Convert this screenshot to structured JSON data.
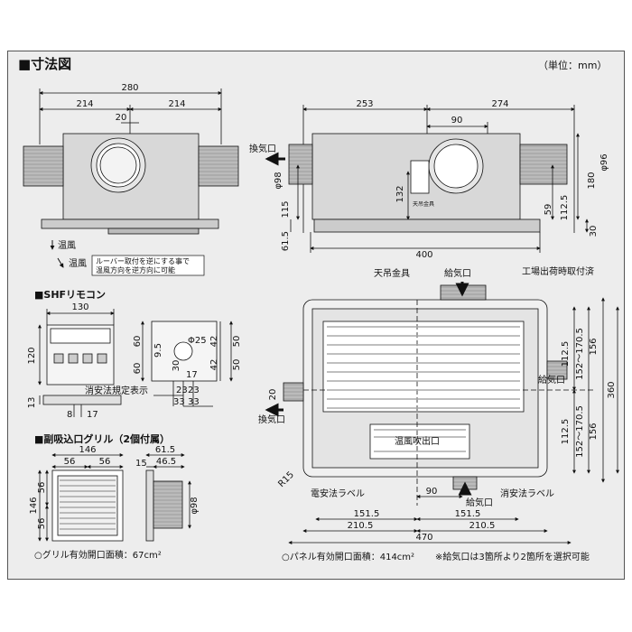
{
  "header": {
    "title": "■寸法図",
    "unit": "（単位：mm）"
  },
  "front_view": {
    "width_total": "280",
    "left_span": "214",
    "right_span": "214",
    "duct_offset": "20",
    "warm_wind_label_1": "温風",
    "warm_wind_label_2": "温風",
    "louver_note_1": "ルーバー取付を逆にする事で",
    "louver_note_2": "温風方向を逆方向に可能"
  },
  "side_view": {
    "left_span": "253",
    "right_span": "274",
    "duct_width": "90",
    "exhaust_label": "換気口",
    "exhaust_dia": "φ98",
    "supply_dia": "φ96",
    "dim_115": "115",
    "dim_61_5": "61.5",
    "dim_132": "132",
    "dim_59": "59",
    "dim_112_5": "112.5",
    "dim_180": "180",
    "dim_30": "30",
    "total_width": "400",
    "hanger_text": "天吊金具"
  },
  "remote": {
    "label": "■SHFリモコン",
    "width": "130",
    "height": "120",
    "dim_13": "13",
    "dim_8": "8",
    "dim_17": "17",
    "law_label": "消安法規定表示",
    "dim_60a": "60",
    "dim_60b": "60",
    "dim_9_5": "9.5",
    "dim_phi25": "Φ25",
    "dim_42a": "42",
    "dim_42b": "42",
    "dim_50a": "50",
    "dim_50b": "50",
    "dim_30": "30",
    "dim_23a": "23",
    "dim_23b": "23",
    "dim_33a": "33",
    "dim_33b": "33",
    "dim_17b": "17"
  },
  "grille": {
    "label": "■副吸込口グリル（2個付属）",
    "width": "146",
    "half_a": "56",
    "half_b": "56",
    "height": "146",
    "v_56a": "56",
    "v_56b": "56",
    "depth": "61.5",
    "d15": "15",
    "d46_5": "46.5",
    "phi98": "φ98",
    "area_note": "○グリル有効開口面積：67cm²"
  },
  "bottom_view": {
    "hanger": "天吊金具",
    "supply": "給気口",
    "factory": "工場出荷時取付済",
    "exhaust": "換気口",
    "supply_right": "給気口",
    "warm_outlet": "温風吹出口",
    "elec_label": "電安法ラベル",
    "cons_label": "消安法ラベル",
    "supply_bottom": "給気口",
    "r15": "R15",
    "d20": "20",
    "d90": "90",
    "d151_5a": "151.5",
    "d151_5b": "151.5",
    "d210_5a": "210.5",
    "d210_5b": "210.5",
    "total": "470",
    "v156a": "156",
    "v156b": "156",
    "v112_5a": "112.5",
    "v112_5b": "112.5",
    "v152a": "152〜170.5",
    "v152b": "152〜170.5",
    "v360": "360",
    "panel_note": "○パネル有効開口面積：414cm²",
    "supply_note": "※給気口は3箇所より2箇所を選択可能"
  }
}
